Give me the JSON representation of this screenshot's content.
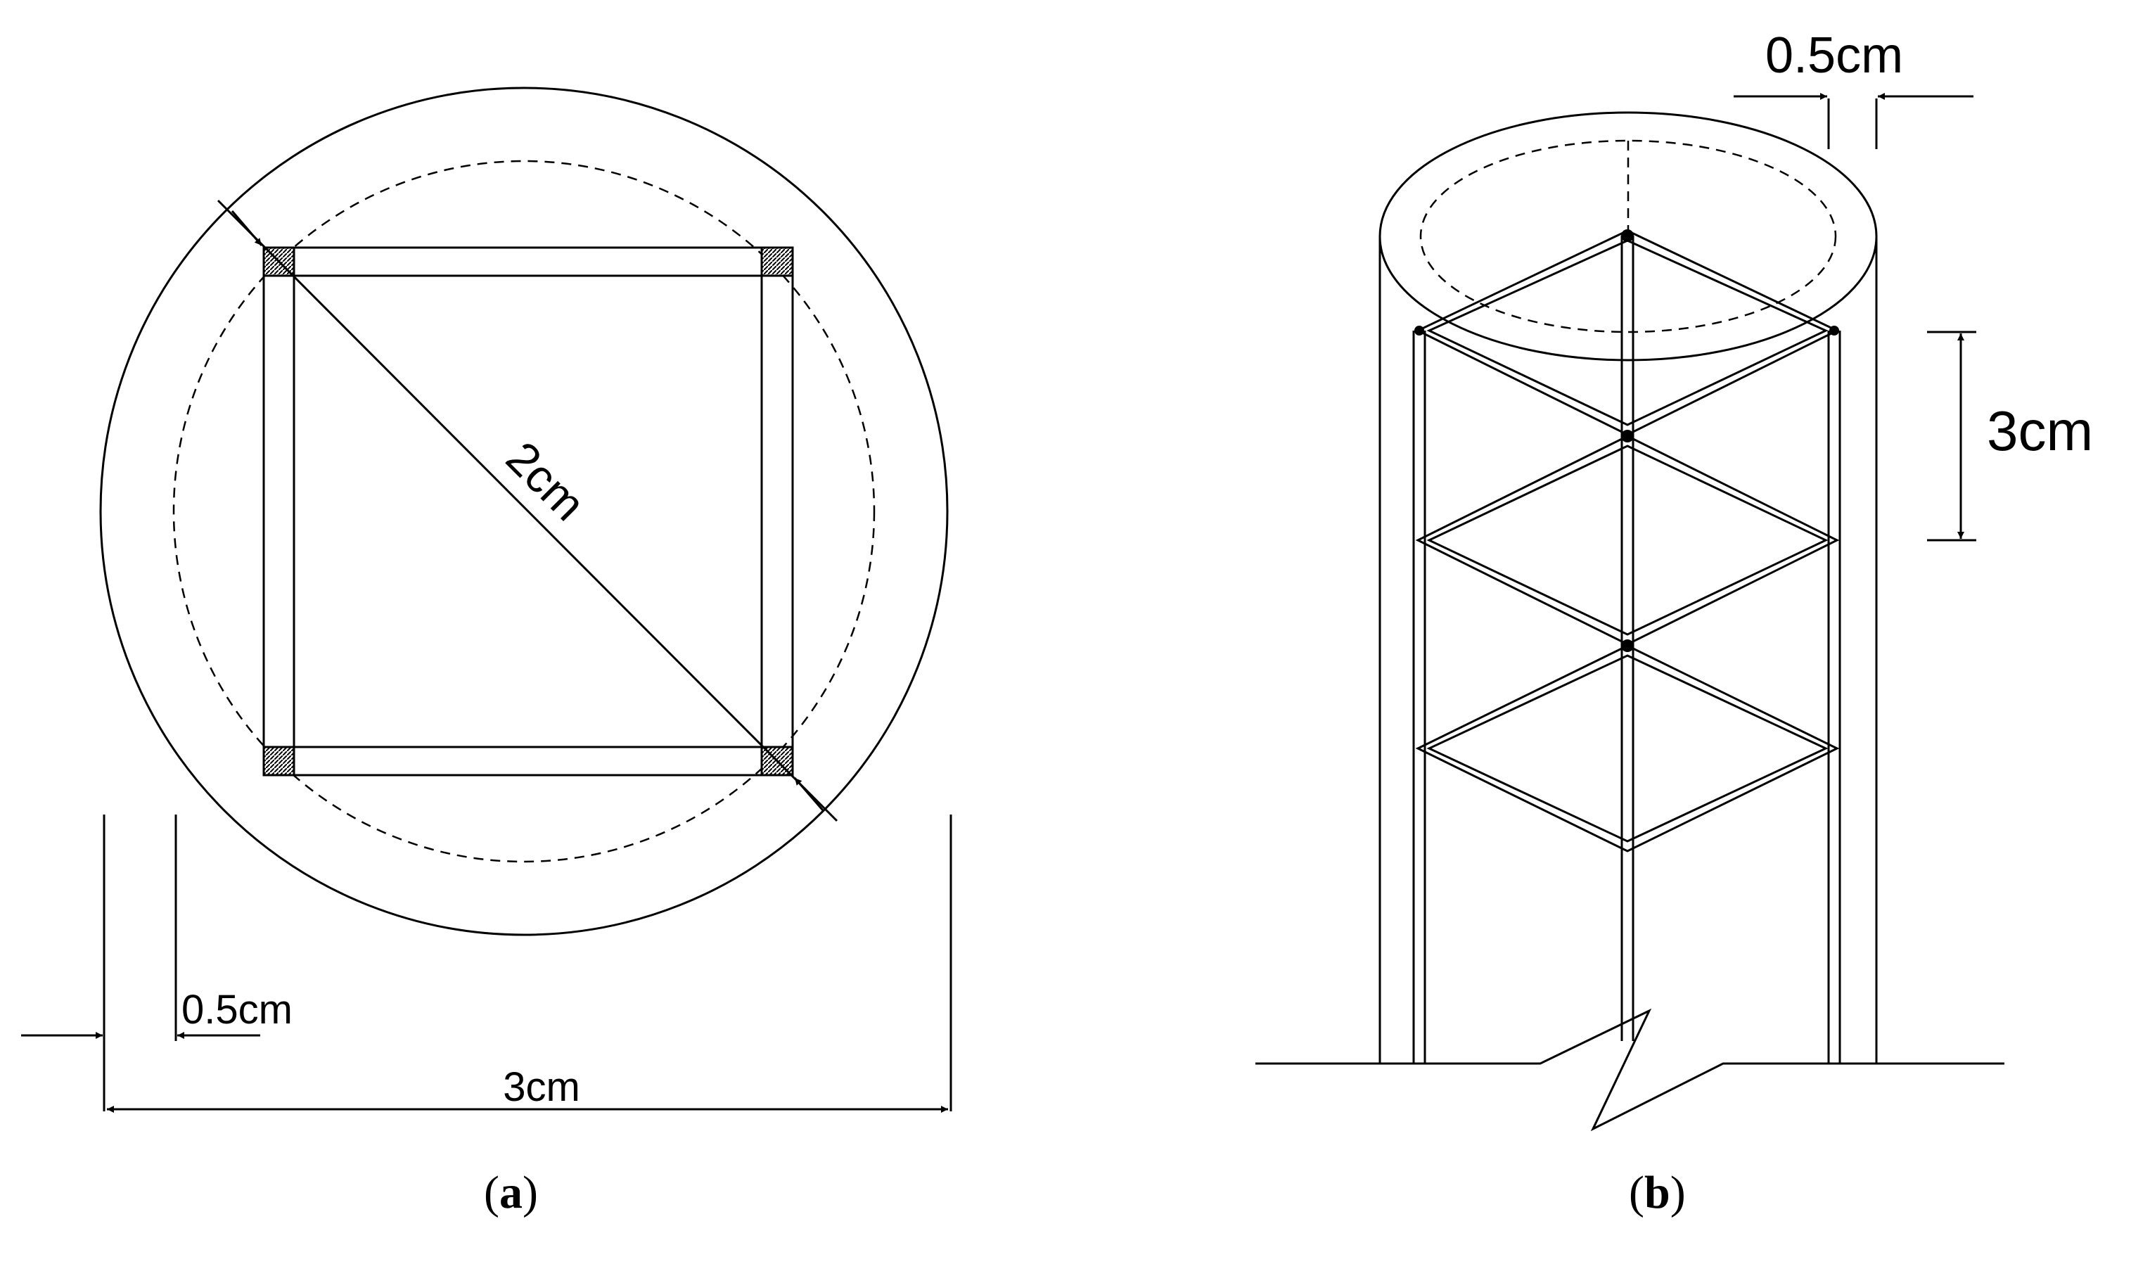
{
  "panel_a": {
    "diagonal_label": "2cm",
    "cover_label": "0.5cm",
    "diameter_label": "3cm"
  },
  "panel_b": {
    "cover_label": "0.5cm",
    "spacing_label": "3cm"
  },
  "captions": {
    "a_open": "(",
    "a_letter": "a",
    "a_close": ")",
    "b_open": "(",
    "b_letter": "b",
    "b_close": ")"
  },
  "colors": {
    "line": "#000000",
    "background": "#ffffff"
  }
}
